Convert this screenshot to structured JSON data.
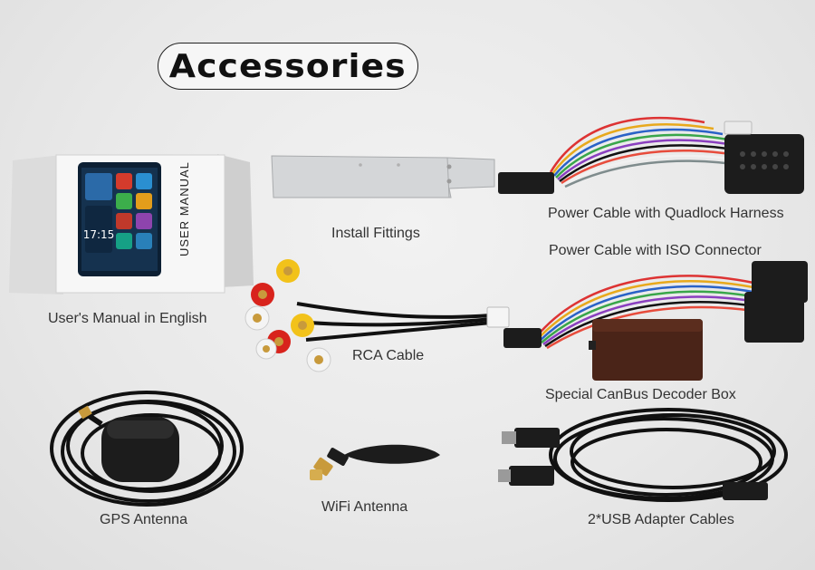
{
  "title": "Accessories",
  "manual": {
    "caption": "User's Manual in English",
    "cover_text": "USER MANUAL",
    "screen_time": "17:15"
  },
  "labels": {
    "install_fittings": "Install Fittings",
    "power_quadlock": "Power Cable with Quadlock Harness",
    "power_iso": "Power Cable with ISO Connector",
    "rca_cable": "RCA Cable",
    "canbus": "Special CanBus Decoder Box",
    "gps": "GPS Antenna",
    "wifi": "WiFi Antenna",
    "usb": "2*USB Adapter Cables"
  },
  "colors": {
    "background": "#ebebeb",
    "text": "#333333",
    "cable_black": "#111111",
    "connector_black": "#1c1c1c",
    "decoder_box": "#4a2418",
    "rca_red": "#d8231c",
    "rca_yellow": "#f2c21a",
    "rca_white": "#f4f4f4",
    "gold": "#c89a3c"
  }
}
